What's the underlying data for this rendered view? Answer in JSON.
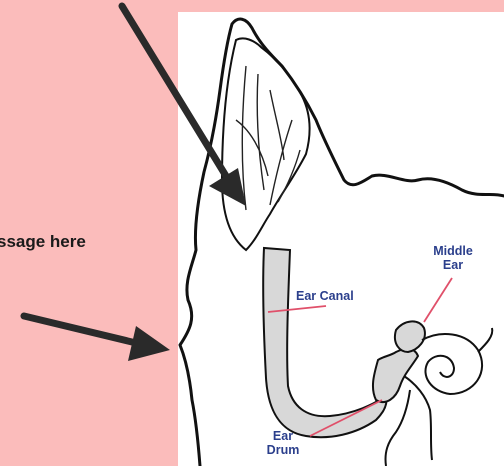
{
  "annotation": {
    "text": "ssage here"
  },
  "diagram": {
    "labels": {
      "middle_ear_line1": "Middle",
      "middle_ear_line2": "Ear",
      "ear_canal": "Ear Canal",
      "ear_drum_line1": "Ear",
      "ear_drum_line2": "Drum"
    }
  },
  "colors": {
    "background": "#fbbcbb",
    "label": "#2b3f8c",
    "leader_line": "#e0506a",
    "canal_fill": "#d8d8d8",
    "arrow": "#2a2a2a"
  }
}
